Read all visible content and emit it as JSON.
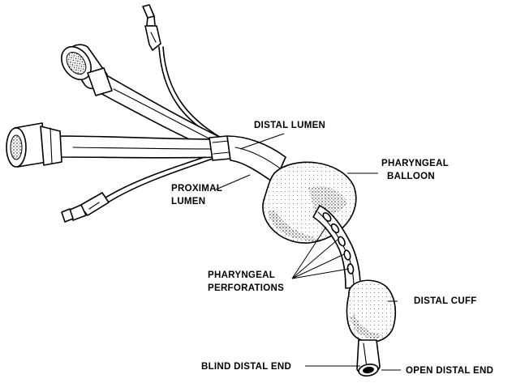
{
  "labels": {
    "distal_lumen": "DISTAL LUMEN",
    "pharyngeal_balloon_1": "PHARYNGEAL",
    "pharyngeal_balloon_2": "BALLOON",
    "proximal_lumen_1": "PROXIMAL",
    "proximal_lumen_2": "LUMEN",
    "pharyngeal_perforations_1": "PHARYNGEAL",
    "pharyngeal_perforations_2": "PERFORATIONS",
    "distal_cuff": "DISTAL CUFF",
    "blind_distal_end": "BLIND DISTAL END",
    "open_distal_end": "OPEN DISTAL END"
  }
}
